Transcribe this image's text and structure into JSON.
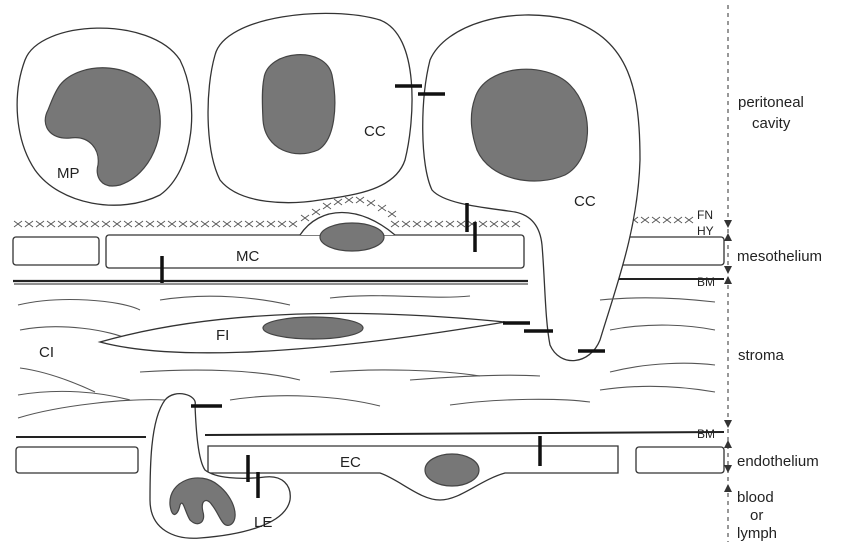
{
  "cells": {
    "macrophage": "MP",
    "cancer_cell_round": "CC",
    "cancer_cell_invading": "CC",
    "mesothelial_cell": "MC",
    "fibroblast": "FI",
    "collagen": "CI",
    "endothelial_cell": "EC",
    "leukocyte": "LE"
  },
  "layers": {
    "peritoneal_cavity_line1": "peritoneal",
    "peritoneal_cavity_line2": "cavity",
    "fibronectin": "FN",
    "hyaluronan": "HY",
    "mesothelium": "mesothelium",
    "basement_membrane_top": "BM",
    "stroma": "stroma",
    "basement_membrane_bottom": "BM",
    "endothelium": "endothelium",
    "blood_line1": "blood",
    "blood_line2": "or",
    "blood_line3": "lymph"
  },
  "colors": {
    "nucleus_fill": "#777777",
    "outline": "#333333",
    "adhesion_bar": "#111111"
  }
}
